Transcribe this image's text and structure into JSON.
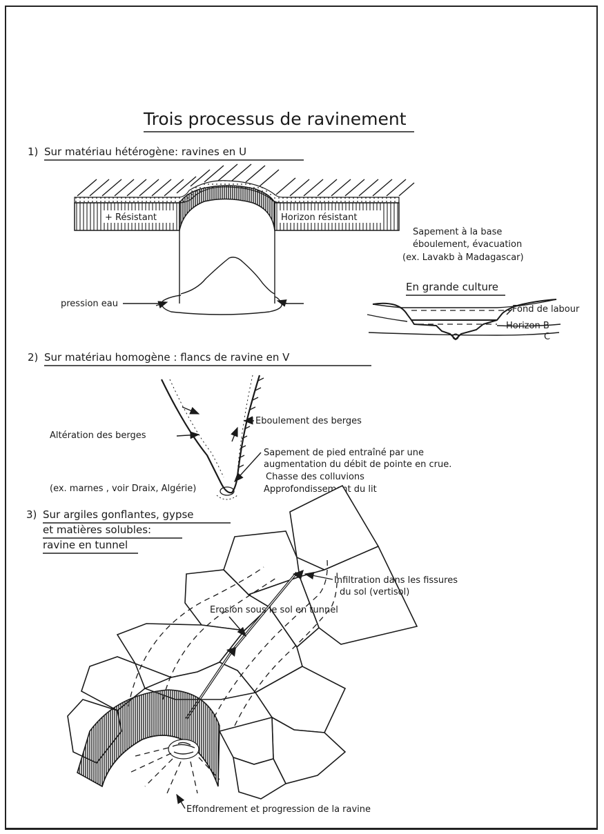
{
  "title": "Trois processus de ravinement",
  "section1": {
    "heading_num": "1)",
    "heading": "Sur matériau hétérogène: ravines en U",
    "label_left": "+ Résistant",
    "label_right": "Horizon résistant",
    "label_pressure": "pression eau",
    "note_lines": [
      "Sapement à la base",
      "éboulement, évacuation",
      "(ex. Lavakb à Madagascar)"
    ],
    "culture_heading": "En grande culture",
    "culture_labels": [
      "Fond de labour",
      "Horizon B",
      "C"
    ]
  },
  "section2": {
    "heading_num": "2)",
    "heading": "Sur matériau homogène : flancs de ravine en V",
    "label_eboulement": "Eboulement des berges",
    "label_alteration": "Altération des berges",
    "label_sapement_lines": [
      "Sapement de pied entraîné par une",
      "augmentation du débit de pointe en crue.",
      "Chasse des colluvions",
      "Approfondissement du lit"
    ],
    "example": "(ex. marnes , voir Draix, Algérie)"
  },
  "section3": {
    "heading_num": "3)",
    "heading_lines": [
      "Sur argiles gonflantes, gypse",
      "et matières solubles:",
      "ravine en tunnel"
    ],
    "label_infiltration_lines": [
      "Infiltration dans les fissures",
      "du sol (vertisol)"
    ],
    "label_erosion": "Erosion sous le sol en tunnel",
    "label_effondrement": "Effondrement et progression de la ravine"
  }
}
